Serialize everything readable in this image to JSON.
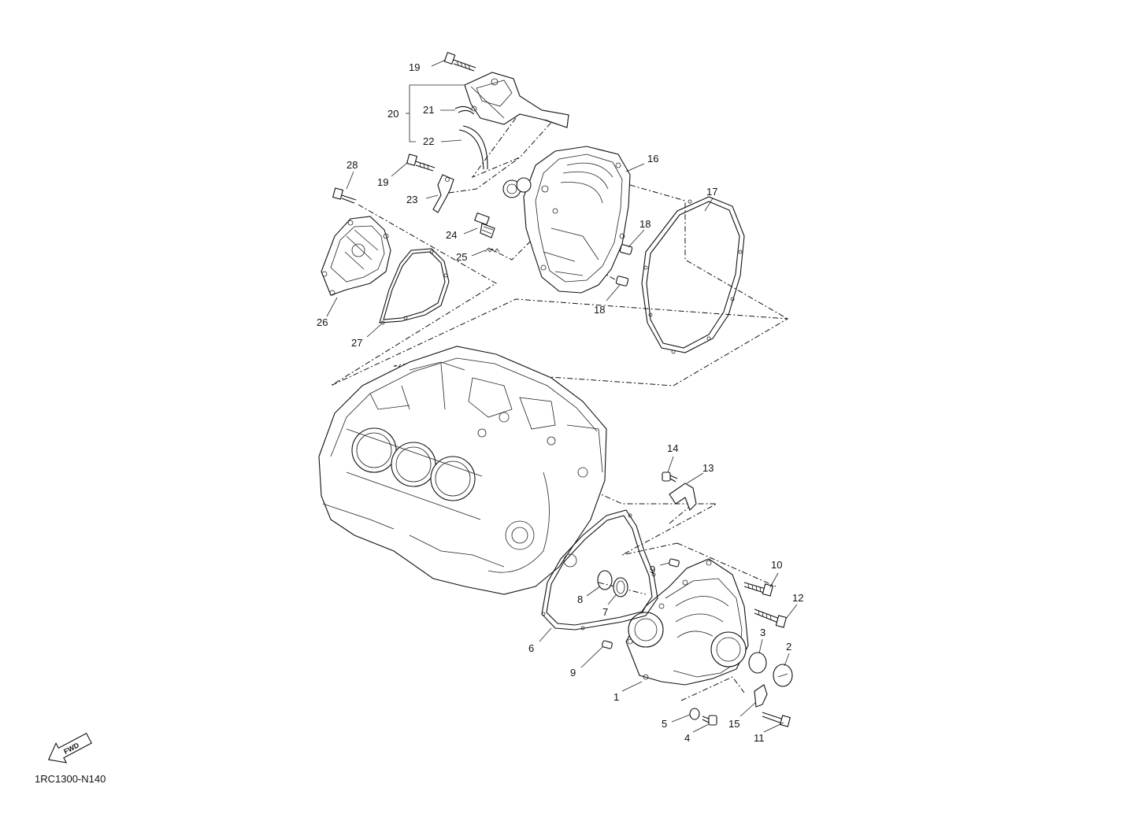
{
  "diagram": {
    "callouts": [
      "1",
      "2",
      "3",
      "4",
      "5",
      "6",
      "7",
      "8",
      "9",
      "9",
      "10",
      "11",
      "12",
      "13",
      "14",
      "15",
      "16",
      "17",
      "18",
      "18",
      "19",
      "19",
      "20",
      "21",
      "22",
      "23",
      "24",
      "25",
      "26",
      "27",
      "28"
    ],
    "fwd_label": "FWD",
    "drawing_code": "1RC1300-N140"
  }
}
